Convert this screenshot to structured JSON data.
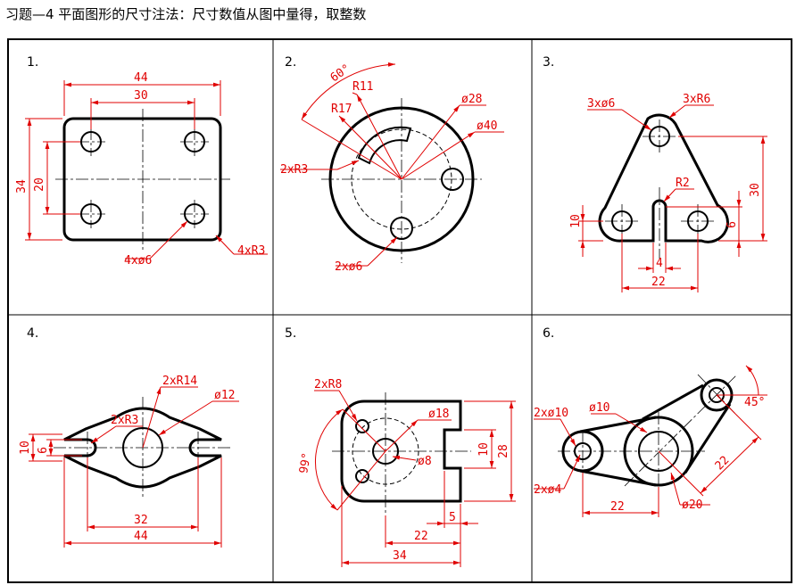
{
  "header": {
    "title": "习题—4    平面图形的尺寸注法：尺寸数值从图中量得，取整数"
  },
  "panels": [
    {
      "num": "1.",
      "dims": [
        "44",
        "30",
        "34",
        "20",
        "4xø6",
        "4xR3"
      ]
    },
    {
      "num": "2.",
      "dims": [
        "60°",
        "R11",
        "R17",
        "ø28",
        "ø40",
        "2xR3",
        "2xø6"
      ]
    },
    {
      "num": "3.",
      "dims": [
        "3xø6",
        "3xR6",
        "R2",
        "30",
        "10",
        "6",
        "4",
        "22"
      ]
    },
    {
      "num": "4.",
      "dims": [
        "2xR14",
        "ø12",
        "2xR3",
        "10",
        "6",
        "32",
        "44"
      ]
    },
    {
      "num": "5.",
      "dims": [
        "2xR8",
        "ø18",
        "99°",
        "ø8",
        "10",
        "28",
        "5",
        "22",
        "34"
      ]
    },
    {
      "num": "6.",
      "dims": [
        "45°",
        "2xø10",
        "ø10",
        "2xø4",
        "22",
        "ø20",
        "22"
      ]
    }
  ],
  "colors": {
    "dimension": "#e00000",
    "outline": "#000000"
  }
}
